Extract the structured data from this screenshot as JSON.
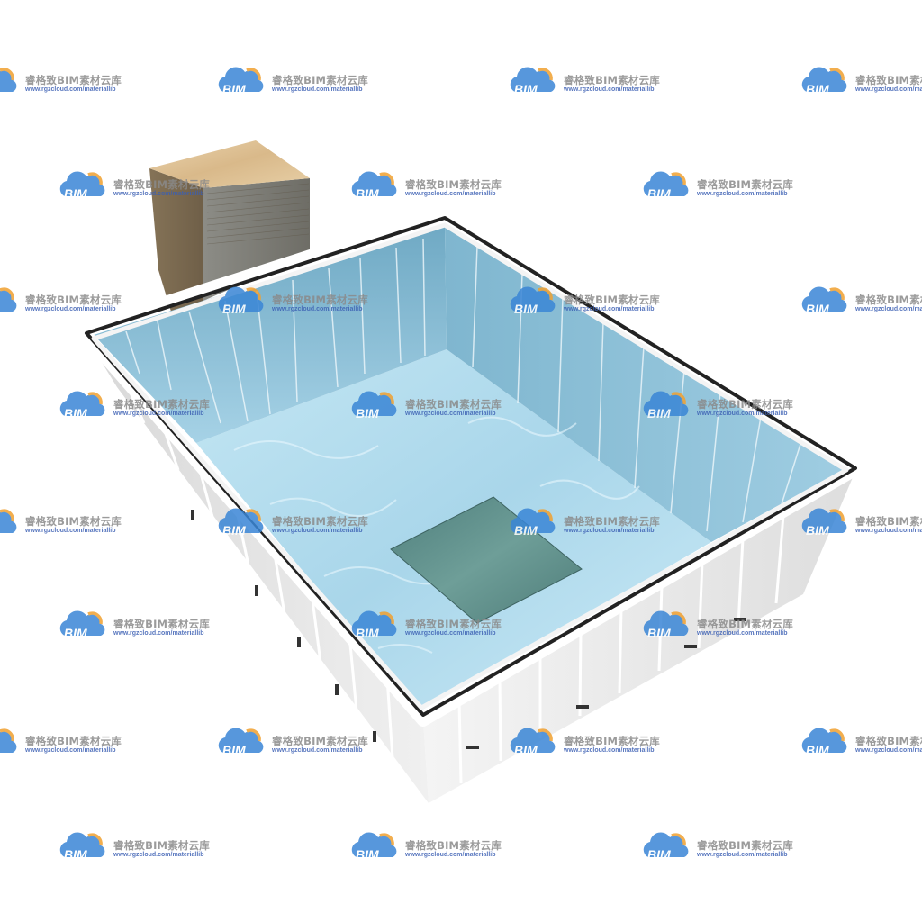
{
  "watermark": {
    "logo_text": "BIM",
    "brand": "睿格致BIM素材云库",
    "url": "www.rgzcloud.com/materiallib",
    "logo_blue": "#3a86d6",
    "logo_orange": "#f0a030",
    "text_gray": "#8a8a8a",
    "url_blue": "#3b5fb3"
  },
  "scene": {
    "subject": "3D rendered rectangular water tank with white panelled walls, black rim, water texture, square drain plate and adjacent stone block",
    "colors": {
      "water": "#a9d6ea",
      "water_dark": "#7fb6cf",
      "wall_white": "#eeeeee",
      "wall_shadow": "#c9c9c9",
      "rim_black": "#222222",
      "drain_plate": "#5f8f8c",
      "stone_top": "#e4c9a0",
      "stone_side": "#7d6d55"
    },
    "icons": [
      "bim-cloud-logo-icon"
    ]
  }
}
